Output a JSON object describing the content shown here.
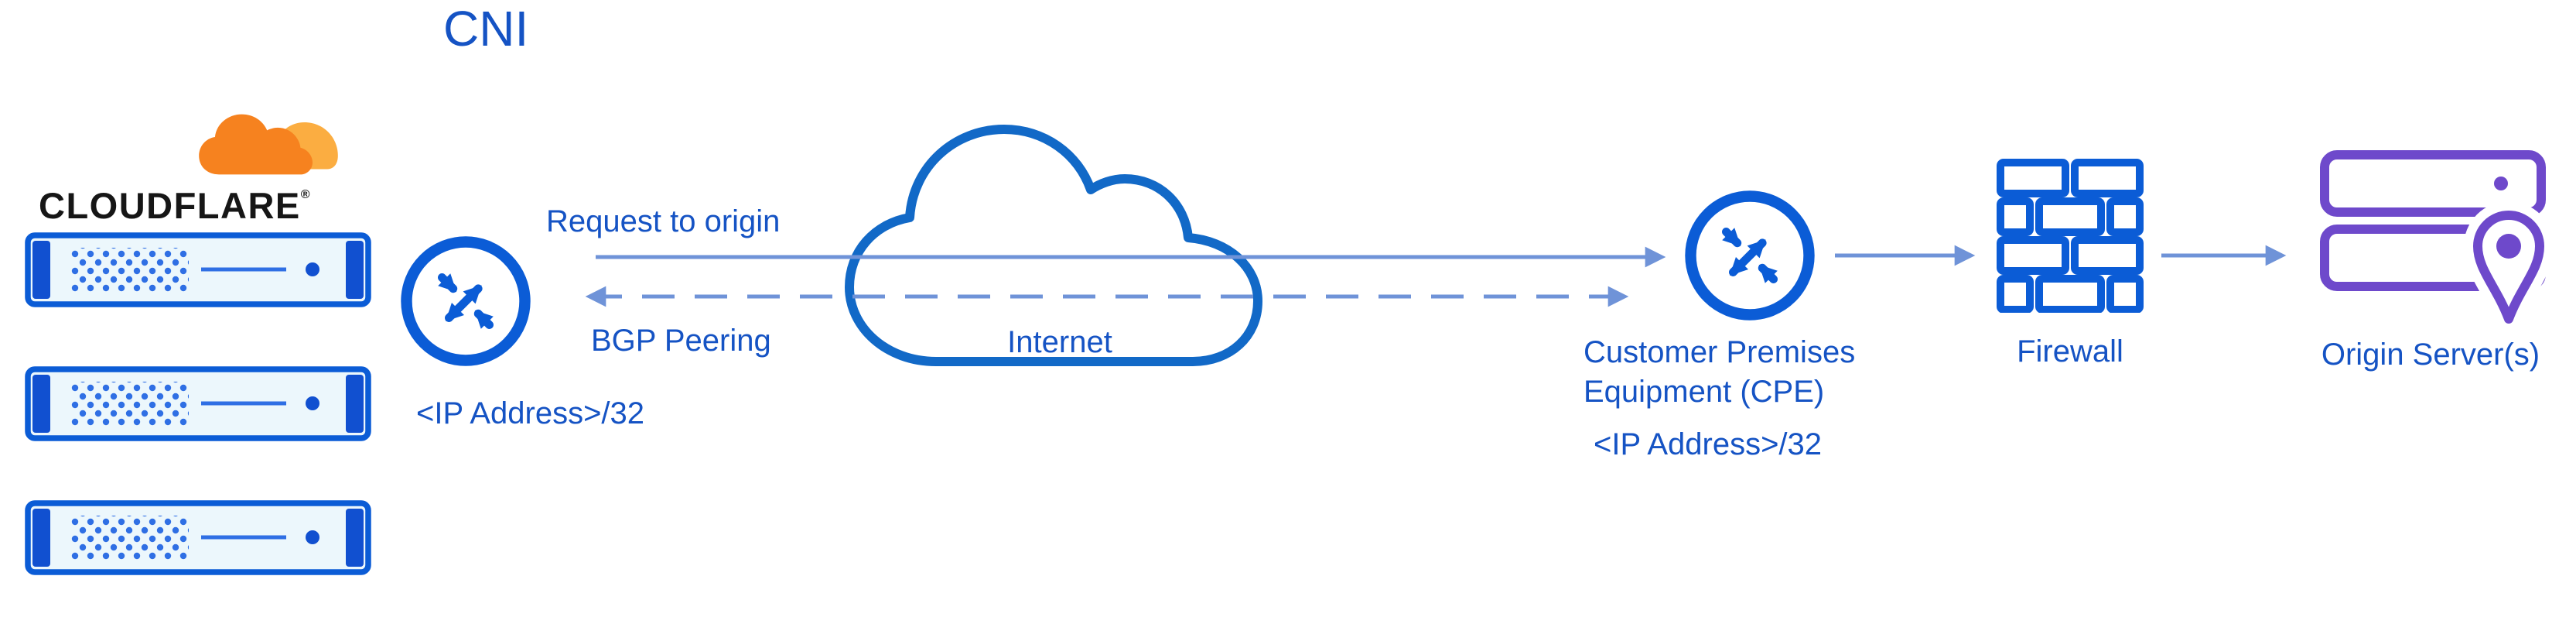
{
  "title": "CNI",
  "colors": {
    "icon_blue": "#0b5cd6",
    "text_blue": "#1553c4",
    "arrow_blue": "#6f93d8",
    "cloudflare_orange": "#f6821f",
    "cloudflare_light_orange": "#fbad41",
    "origin_purple": "#6e49cb",
    "brand_ink": "#161616"
  },
  "cloudflare": {
    "brand": "CLOUDFLARE",
    "registered_mark": "®"
  },
  "edge_router": {
    "ip_label": "<IP Address>/32"
  },
  "flows": {
    "request_label": "Request to origin",
    "bgp_label": "BGP Peering"
  },
  "internet": {
    "label": "Internet"
  },
  "cpe": {
    "name_line1": "Customer Premises",
    "name_line2": "Equipment (CPE)",
    "ip_label": "<IP Address>/32"
  },
  "firewall": {
    "label": "Firewall"
  },
  "origin": {
    "label": "Origin Server(s)"
  }
}
